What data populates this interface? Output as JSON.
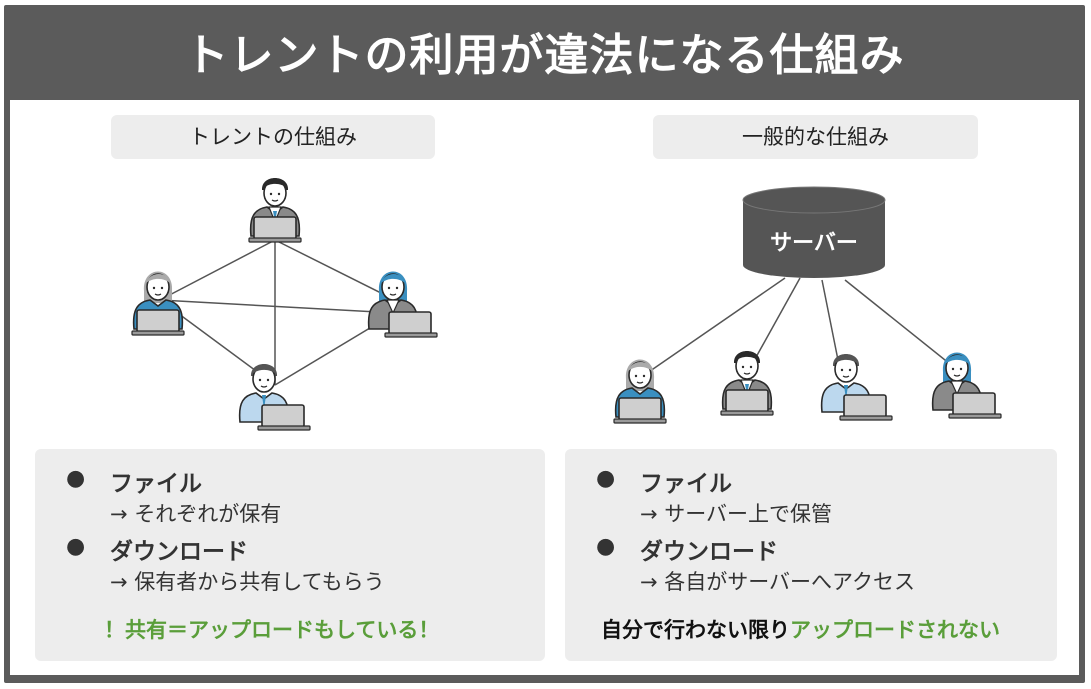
{
  "title": "トレントの利用が違法になる仕組み",
  "left": {
    "heading": "トレントの仕組み",
    "items": [
      {
        "head": "ファイル",
        "sub": "→ それぞれが保有"
      },
      {
        "head": "ダウンロード",
        "sub": "→ 保有者から共有してもらう"
      }
    ],
    "note": "！共有＝アップロードもしている！"
  },
  "right": {
    "heading": "一般的な仕組み",
    "server_label": "サーバー",
    "items": [
      {
        "head": "ファイル",
        "sub": "→ サーバー上で保管"
      },
      {
        "head": "ダウンロード",
        "sub": "→ 各自がサーバーへアクセス"
      }
    ],
    "note_black": "自分で行わない限り",
    "note_green": "アップロードされない"
  },
  "colors": {
    "frame": "#5b5b5b",
    "panel": "#ededed",
    "accent_green": "#5a9e3a",
    "server": "#555555",
    "suit_gray": "#8a8a8a",
    "suit_blue": "#3a8fc0",
    "shirt_light": "#bcd8ee"
  },
  "icons": [
    "person-at-laptop-icon",
    "server-database-icon",
    "bullet-dot-icon"
  ]
}
